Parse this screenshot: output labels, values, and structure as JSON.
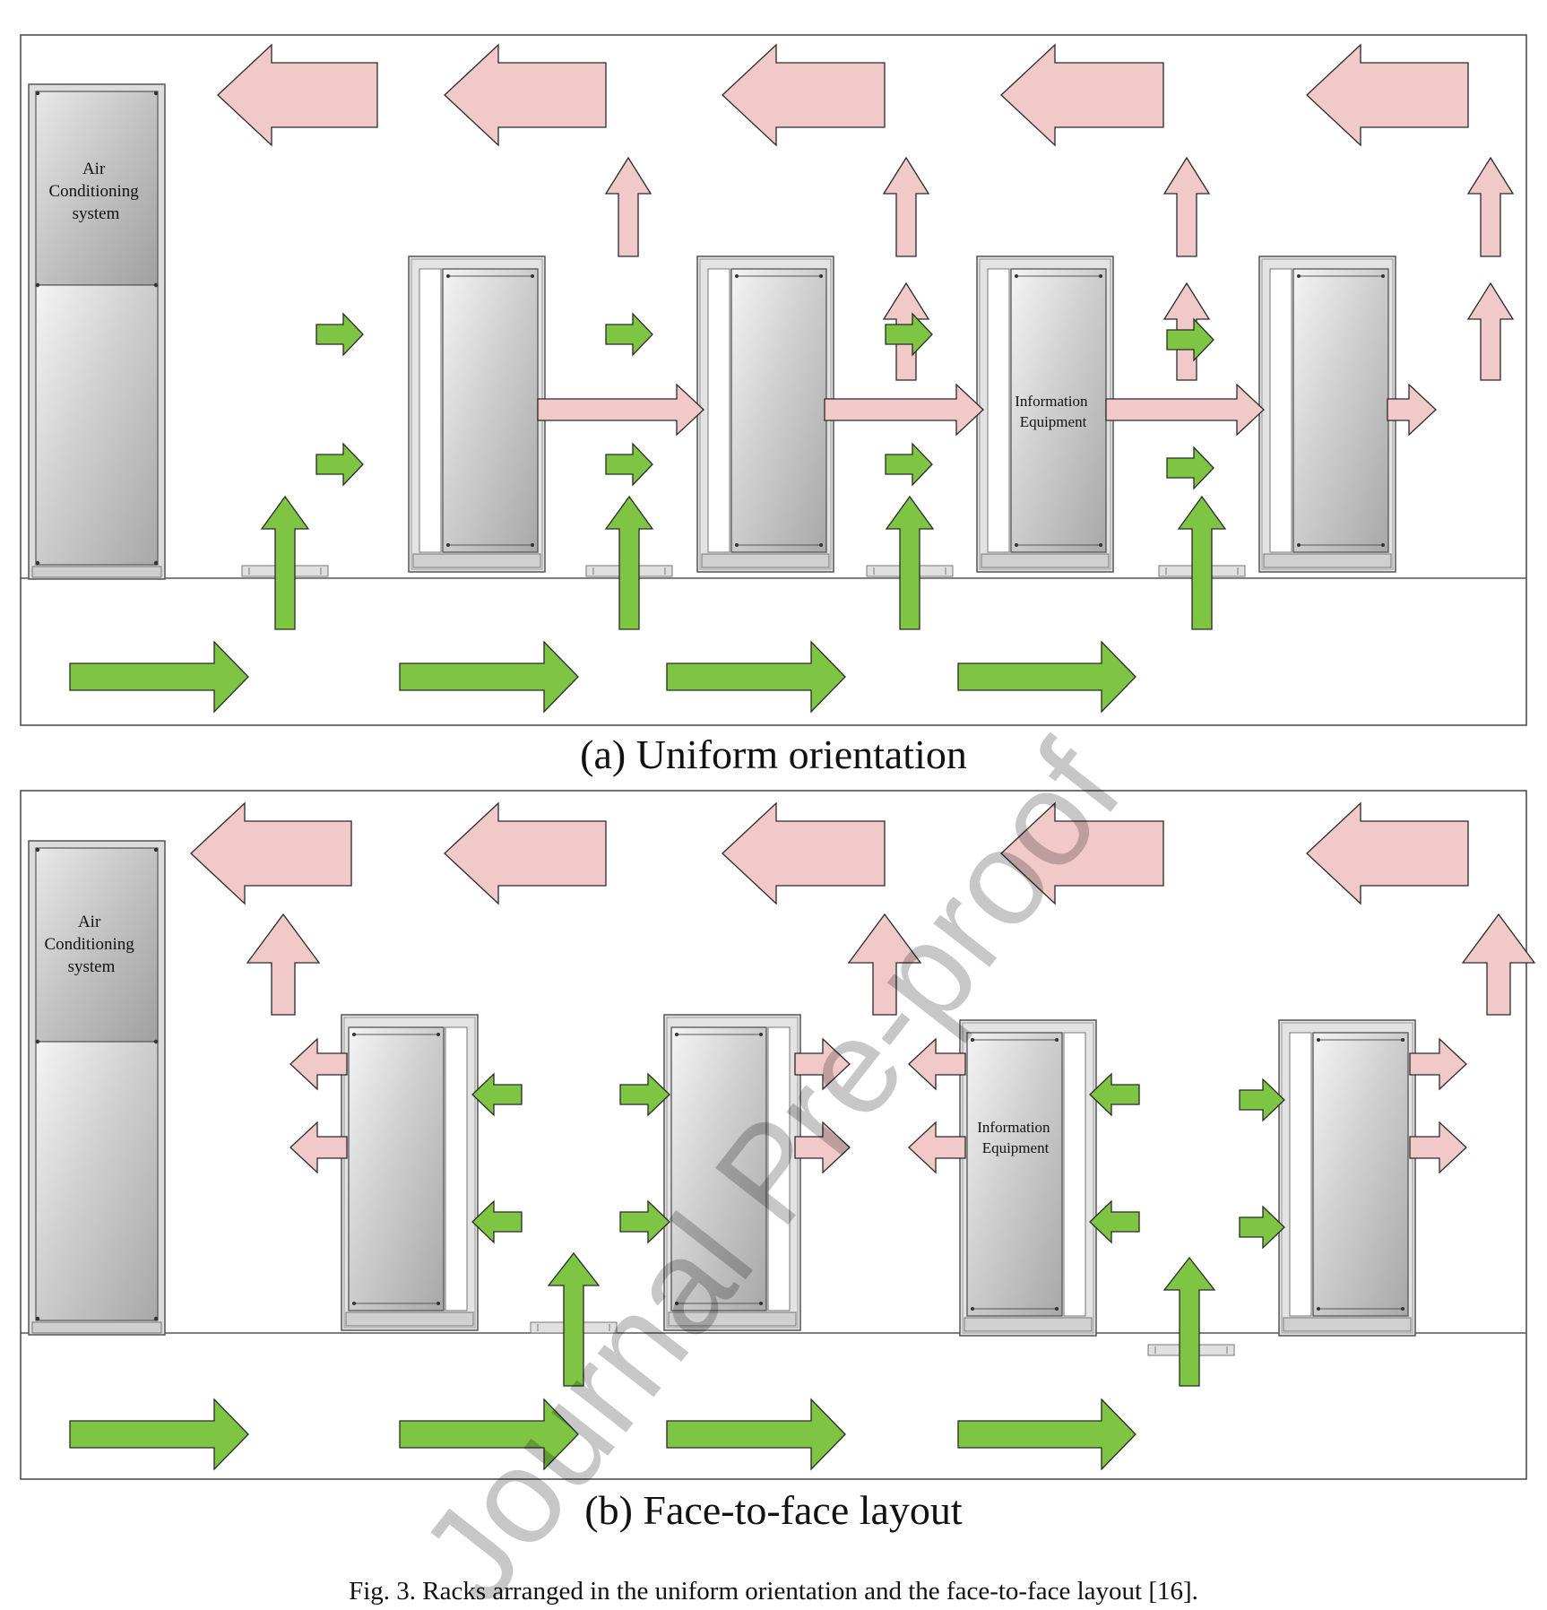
{
  "panel_a": {
    "label": "(a) Uniform orientation",
    "ac_label": [
      "Air",
      "Conditioning",
      "system"
    ],
    "equipment_label": [
      "Information",
      "Equipment"
    ]
  },
  "panel_b": {
    "label": "(b) Face-to-face layout",
    "ac_label": [
      "Air",
      "Conditioning",
      "system"
    ],
    "equipment_label": [
      "Information",
      "Equipment"
    ]
  },
  "caption": "Fig. 3. Racks arranged in the uniform orientation and the face-to-face layout [16].",
  "watermark": "Journal Pre-proof",
  "colors": {
    "cold_air": "#7dc542",
    "hot_air": "#f2c9c9",
    "outline": "#2a2a2a",
    "panel_border": "#444444"
  }
}
